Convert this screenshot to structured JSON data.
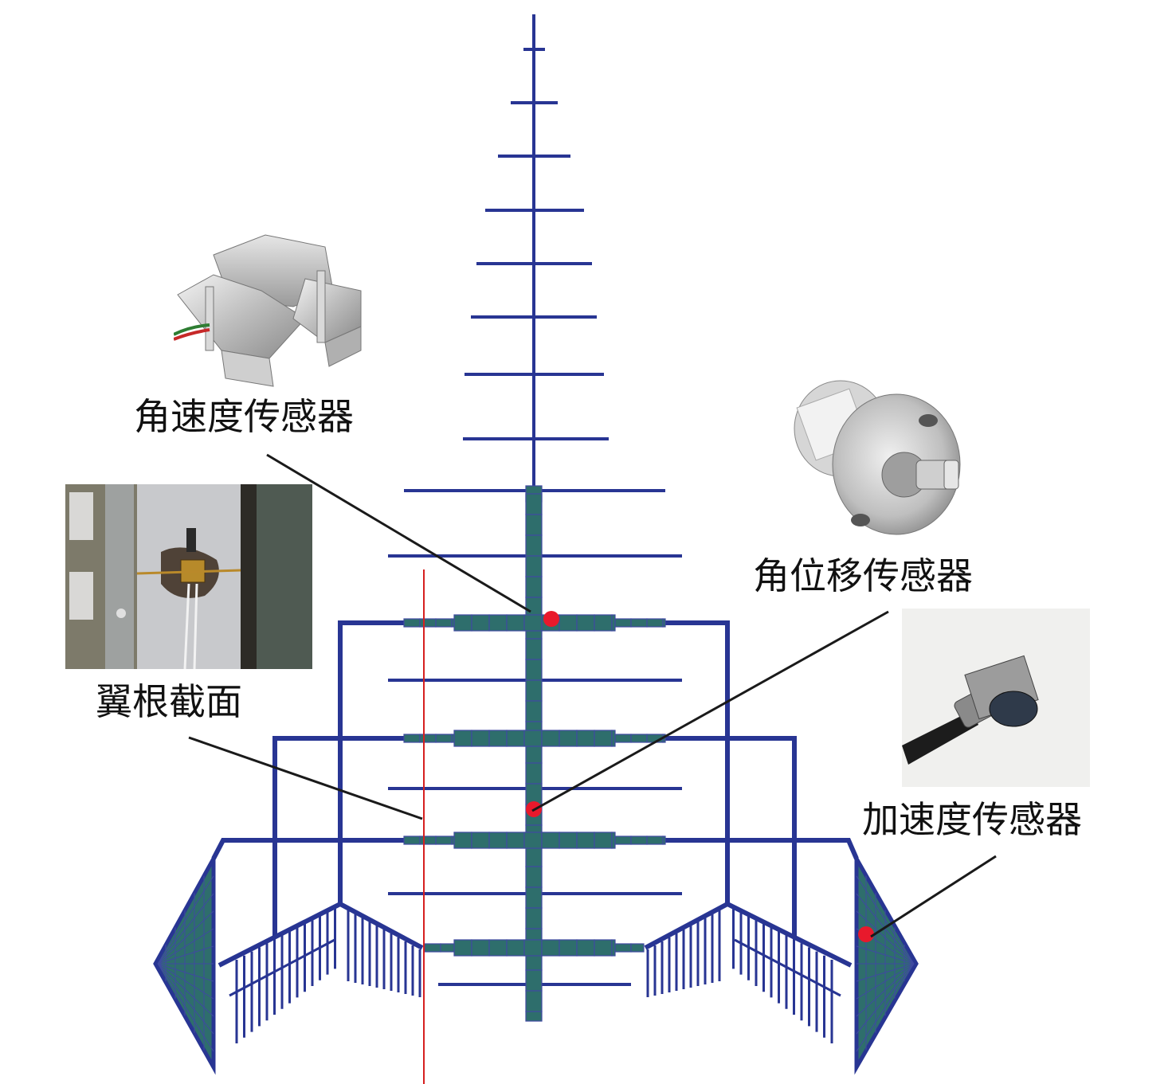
{
  "colors": {
    "structure": "#283593",
    "mesh_fill": "#2e6e6c",
    "mesh_stroke": "#3f4aa0",
    "marker": "#e8192c",
    "section_line": "#d62020",
    "leader": "#1a1a1a"
  },
  "labels": {
    "angular_rate_sensor": "角速度传感器",
    "angular_displacement_sensor": "角位移传感器",
    "accelerometer": "加速度传感器",
    "wing_root_section": "翼根截面"
  },
  "photos": {
    "angular_rate_sensor": "angular-rate-sensor-photo",
    "angular_displacement_sensor": "rotary-encoder-photo",
    "accelerometer": "accelerometer-photo",
    "wing_root_section": "wing-root-strain-gauge-photo"
  }
}
